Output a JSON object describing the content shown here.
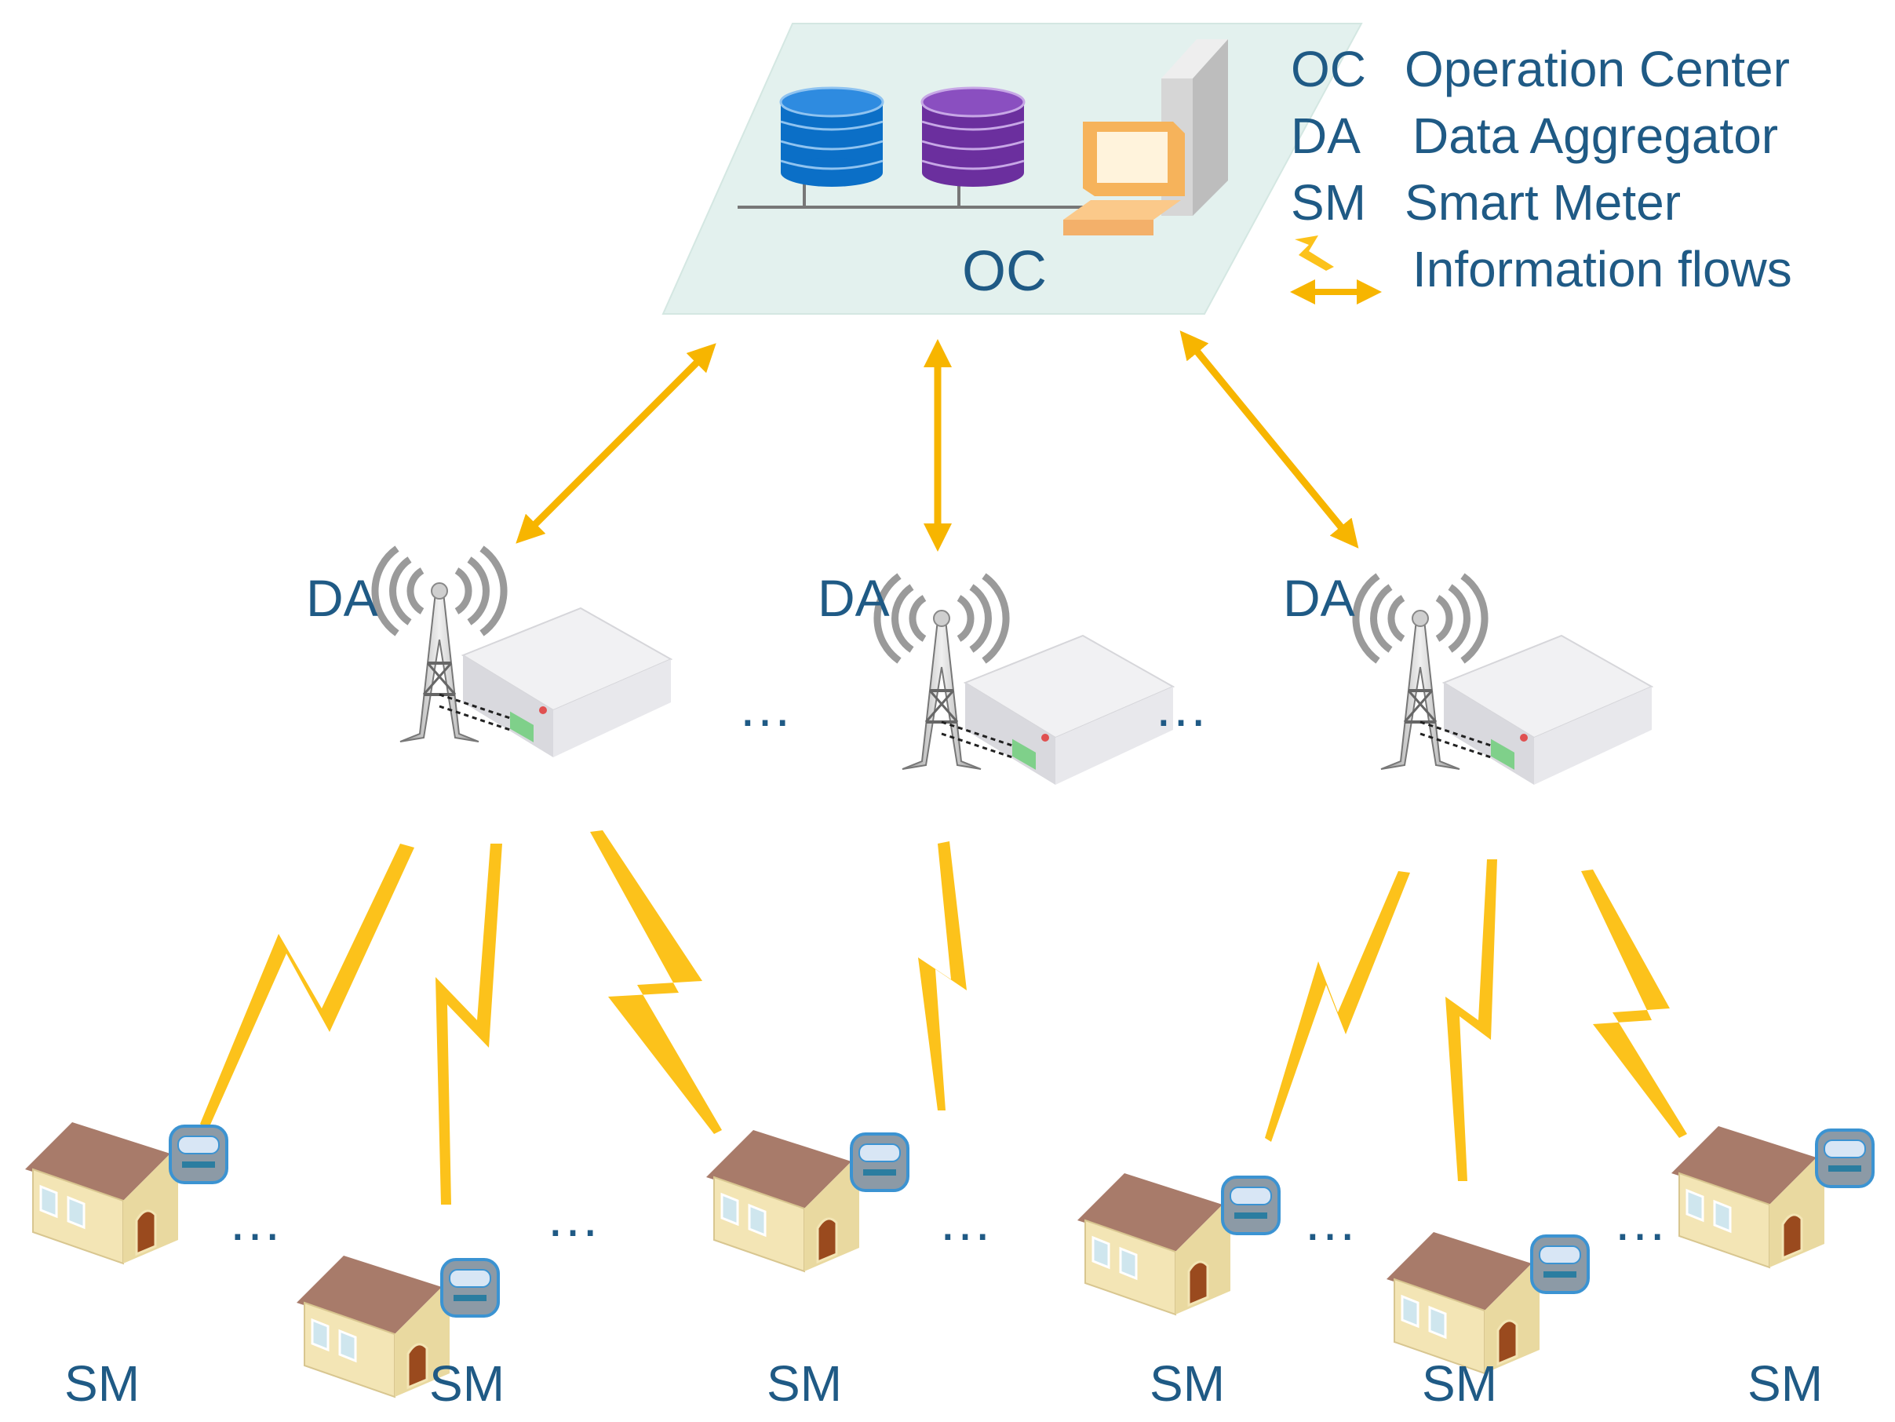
{
  "oc": {
    "label": "OC"
  },
  "da_label": "DA",
  "sm_label": "SM",
  "legend": [
    {
      "abbr": "OC",
      "text": "Operation Center"
    },
    {
      "abbr": "DA",
      "text": "Data Aggregator"
    },
    {
      "abbr": "SM",
      "text": "Smart Meter"
    },
    {
      "abbr": "",
      "text": "Information flows"
    }
  ],
  "ellipsis": "…",
  "colors": {
    "text": "#1f5a85",
    "flow": "#f7b500",
    "lightning": "#fcc21b",
    "oc_platform": "#e3f1ee",
    "db_blue": "#0b6fc7",
    "db_purple": "#6b2f9e",
    "house_wall": "#f3e5b5",
    "house_roof": "#a87b6a",
    "meter": "#8c9aa6"
  },
  "icons": [
    "database-icon",
    "computer-icon",
    "tower-icon",
    "server-box-icon",
    "house-icon",
    "meter-icon",
    "lightning-icon",
    "double-arrow-icon"
  ]
}
